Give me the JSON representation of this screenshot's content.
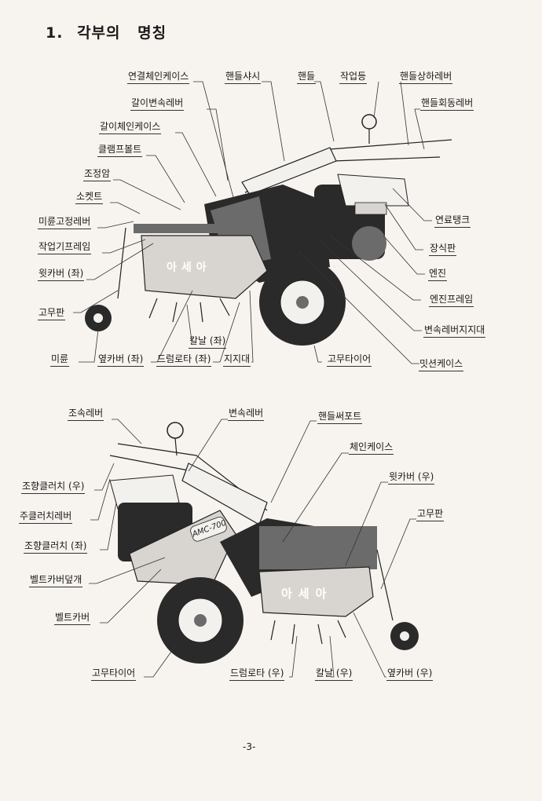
{
  "title": {
    "number": "1.",
    "word1": "각부의",
    "word2": "명칭"
  },
  "top_labels": {
    "chain_case_connect": "연결체인케이스",
    "handle_sash": "핸들샤시",
    "handle": "핸들",
    "work_light": "작업등",
    "handle_updown_lever": "핸들상하레버",
    "handle_rotate_lever": "핸들회동레버",
    "tilling_speed_lever": "갈이변속레버",
    "tilling_chain_case": "갈이체인케이스",
    "clamp_bolt": "클램프볼트",
    "adjust_arm": "조정암",
    "socket": "소켓트",
    "tail_wheel_lock_lever": "미륜고정레버",
    "work_frame": "작업기프레임",
    "upper_cover_left": "윗카버 (좌)",
    "rubber_plate": "고무판",
    "tail_wheel": "미륜",
    "side_cover_left": "옆카버 (좌)",
    "blade_left": "칼날 (좌)",
    "drum_rotor_left": "드럼로타 (좌)",
    "support": "지지대",
    "rubber_tire": "고무타이어",
    "mission_case": "밋션케이스",
    "speed_lever_support": "변속레버지지대",
    "engine_frame": "엔진프레임",
    "engine": "엔진",
    "decor_plate": "장식판",
    "fuel_tank": "연료탱크"
  },
  "bottom_labels": {
    "throttle_lever": "조속레버",
    "speed_change_lever": "변속레버",
    "handle_support": "핸들써포트",
    "chain_case": "체인케이스",
    "upper_cover_right": "윗카버 (우)",
    "rubber_plate": "고무판",
    "steer_clutch_right": "조향클러치 (우)",
    "main_clutch_lever": "주클러치레버",
    "steer_clutch_left": "조향클러치 (좌)",
    "belt_cover_lid": "벨트카버덮개",
    "belt_cover": "벨트카버",
    "rubber_tire": "고무타이어",
    "drum_rotor_right": "드럼로타 (우)",
    "blade_right": "칼날 (우)",
    "side_cover_right": "옆카버 (우)"
  },
  "brand_text": "아세아",
  "model_badge": "AMC-700",
  "page_number": "-3-"
}
